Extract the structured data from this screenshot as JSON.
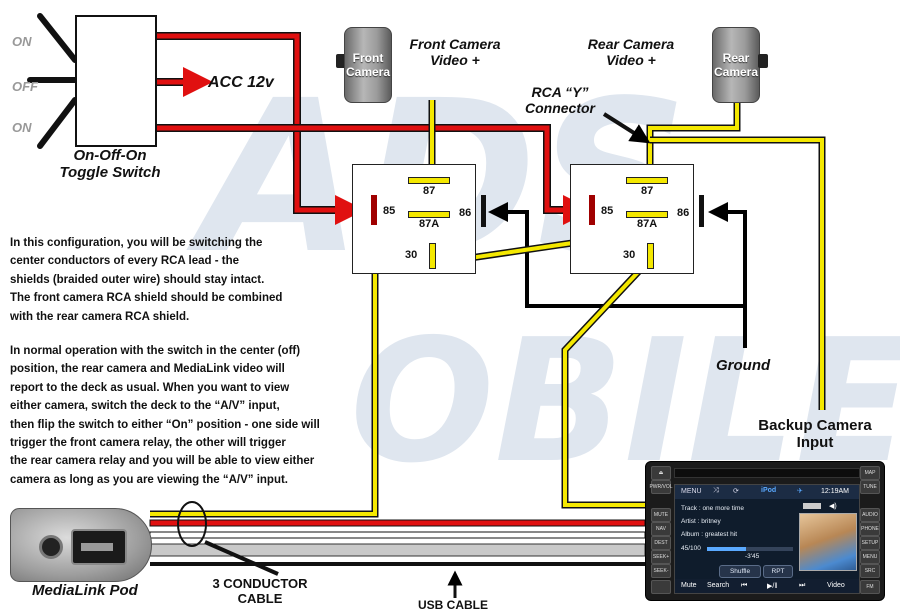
{
  "watermark": {
    "line1": "ADS",
    "line2": "OBILE"
  },
  "toggle_switch": {
    "positions": [
      "ON",
      "OFF",
      "ON"
    ],
    "caption_line1": "On-Off-On",
    "caption_line2": "Toggle Switch"
  },
  "acc_label": "ACC 12v",
  "front_camera": {
    "label_line1": "Front",
    "label_line2": "Camera",
    "video_line1": "Front Camera",
    "video_line2": "Video +"
  },
  "rear_camera": {
    "label_line1": "Rear",
    "label_line2": "Camera",
    "video_line1": "Rear Camera",
    "video_line2": "Video +"
  },
  "rca_connector": {
    "line1": "RCA “Y”",
    "line2": "Connector"
  },
  "relay_pins": {
    "p87": "87",
    "p85": "85",
    "p87a": "87A",
    "p86": "86",
    "p30": "30"
  },
  "ground_label": "Ground",
  "backup_input": {
    "line1": "Backup Camera",
    "line2": "Input"
  },
  "description": {
    "para1": [
      "In this configuration, you will be switching the",
      "center conductors of every RCA lead - the",
      "shields (braided outer wire) should stay intact.",
      "The front camera RCA shield should be combined",
      "with the rear camera RCA shield."
    ],
    "para2": [
      "In normal operation with the switch in the center (off)",
      "position, the rear camera and MediaLink video will",
      "report to the deck as usual. When you want to view",
      "either camera, switch the deck to the “A/V” input,",
      "then flip the switch to either “On” position - one side will",
      "trigger the front camera relay, the other will trigger",
      "the rear camera relay and you will be able to view either",
      "camera as long as you are viewing the “A/V” input."
    ]
  },
  "medialink_pod": "MediaLink Pod",
  "cable_label": {
    "line1": "3 CONDUCTOR",
    "line2": "CABLE"
  },
  "usb_cable": "USB CABLE",
  "head_unit": {
    "left_buttons": [
      "PWR/VOL",
      "MUTE",
      "NAV",
      "DEST",
      "SEEK+",
      "SEEK-"
    ],
    "right_buttons": [
      "MAP",
      "TUNE",
      "AUDIO",
      "PHONE",
      "SETUP",
      "MENU",
      "SRC",
      "FM"
    ],
    "menu_label": "MENU",
    "source": "iPod",
    "time": "12:19AM",
    "track_label": "Track",
    "track_value": "one more time",
    "artist_label": "Artist",
    "artist_value": "britney",
    "album_label": "Album",
    "album_value": "greatest hit",
    "track_count": "45/100",
    "remaining": "-3'45",
    "progress": 0.45,
    "shuffle": "Shuffle",
    "rpt": "RPT",
    "bottom": [
      "Mute",
      "Search",
      "⏮",
      "▶/‖",
      "⏭",
      "Video"
    ]
  },
  "colors": {
    "red_wire": "#e01010",
    "yellow_wire": "#f4e800",
    "ground_wire": "#000000",
    "watermark": "#dfe6ef"
  }
}
